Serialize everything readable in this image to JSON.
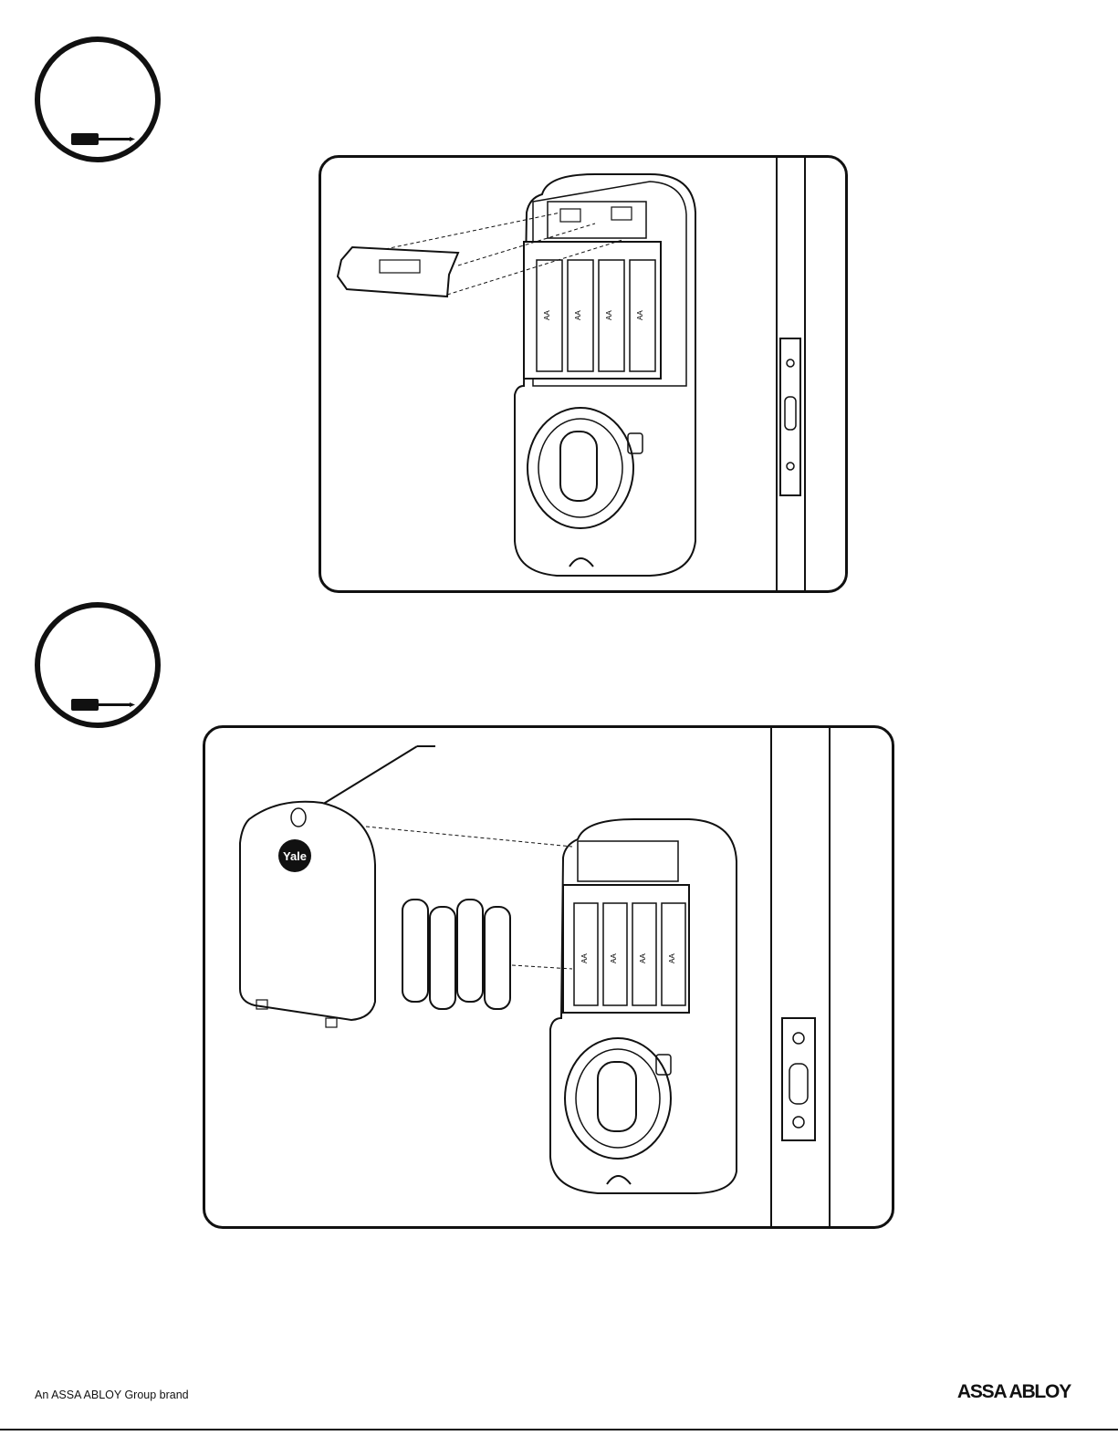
{
  "steps": [
    {
      "tool_icon": "screwdriver-icon"
    },
    {
      "tool_icon": "screwdriver-icon"
    }
  ],
  "figure1": {
    "battery_labels": [
      "AA",
      "AA",
      "AA",
      "AA"
    ]
  },
  "figure2": {
    "cover_logo": "Yale",
    "battery_labels": [
      "AA",
      "AA",
      "AA",
      "AA"
    ]
  },
  "footer": {
    "brand_line": "An ASSA ABLOY Group brand",
    "logo": "ASSA ABLOY"
  }
}
